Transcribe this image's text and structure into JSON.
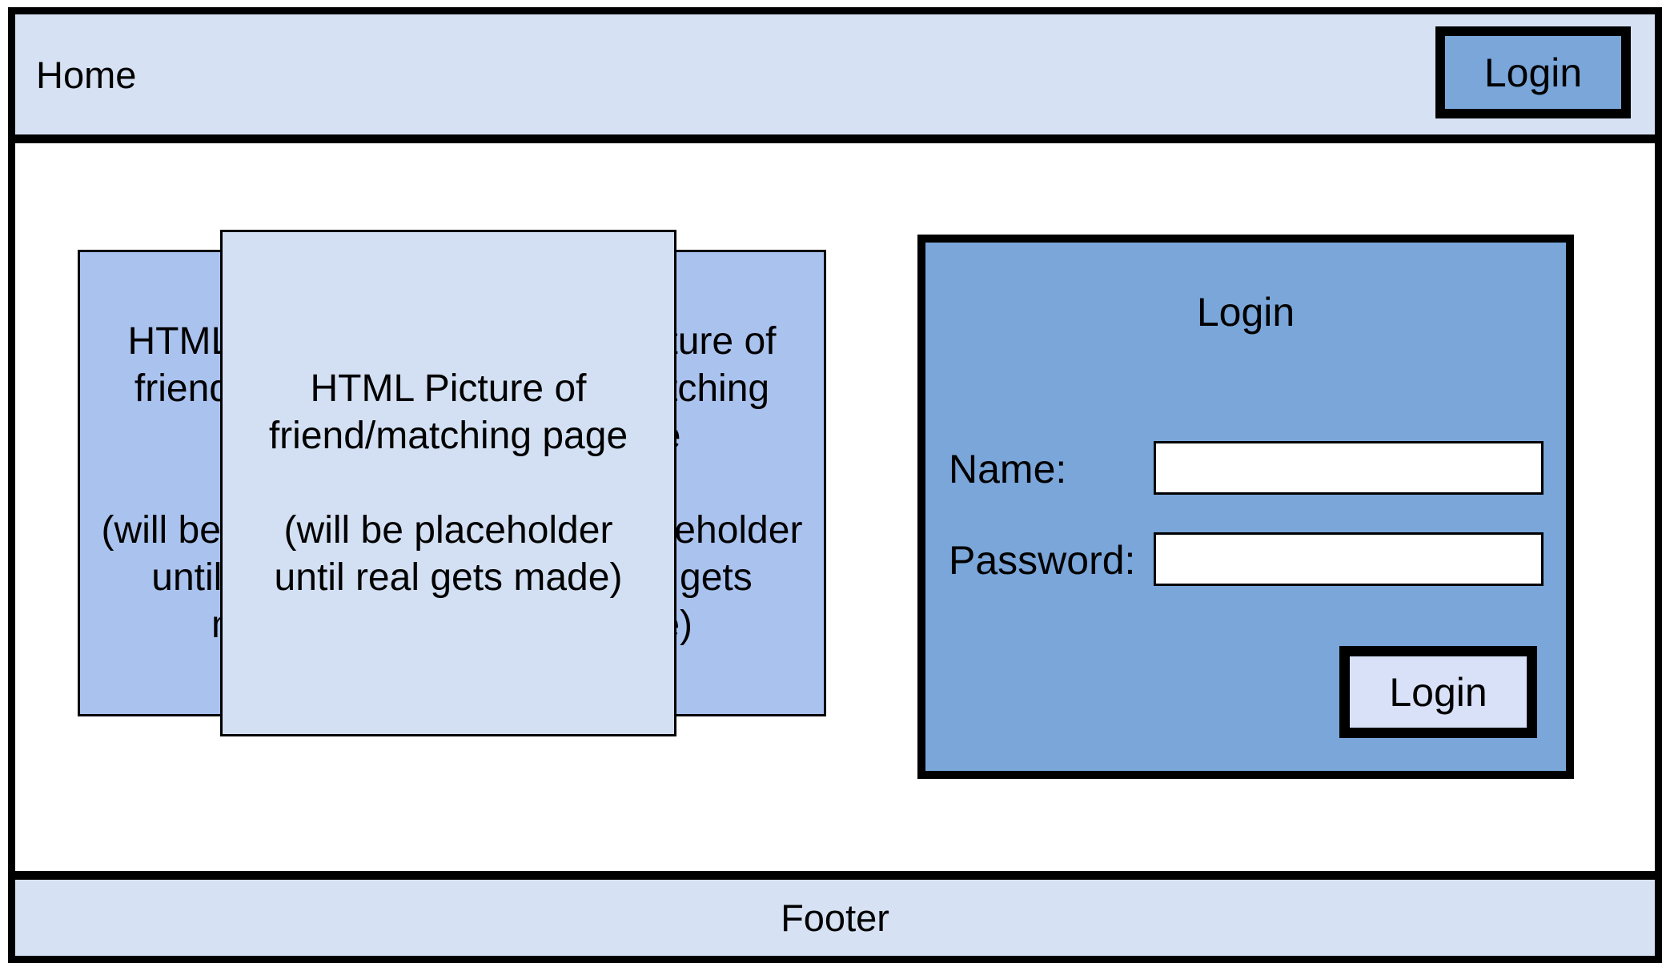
{
  "colors": {
    "band-blue": "#d6e2f3",
    "front-card-blue": "#d3e0f3",
    "back-card-blue": "#aac2ee",
    "mid-blue": "#7aa6d9",
    "button-pale-blue": "#d9e1f8"
  },
  "header": {
    "home_label": "Home",
    "login_button_label": "Login"
  },
  "cards": {
    "back_left": {
      "lines": [
        "HTML Picture of",
        "friend/matching",
        "page",
        "",
        "(will be placeholder",
        "until real gets",
        "made)"
      ]
    },
    "front": {
      "lines": [
        "HTML Picture of",
        "friend/matching page",
        "",
        "(will be placeholder",
        "until real gets made)"
      ]
    },
    "back_right": {
      "lines": [
        "HTML Picture of",
        "friend/matching",
        "page",
        "",
        "(will be placeholder",
        "until real gets",
        "made)"
      ]
    }
  },
  "login_panel": {
    "title": "Login",
    "name_label": "Name:",
    "name_value": "",
    "password_label": "Password:",
    "password_value": "",
    "login_button_label": "Login"
  },
  "footer": {
    "text": "Footer"
  }
}
